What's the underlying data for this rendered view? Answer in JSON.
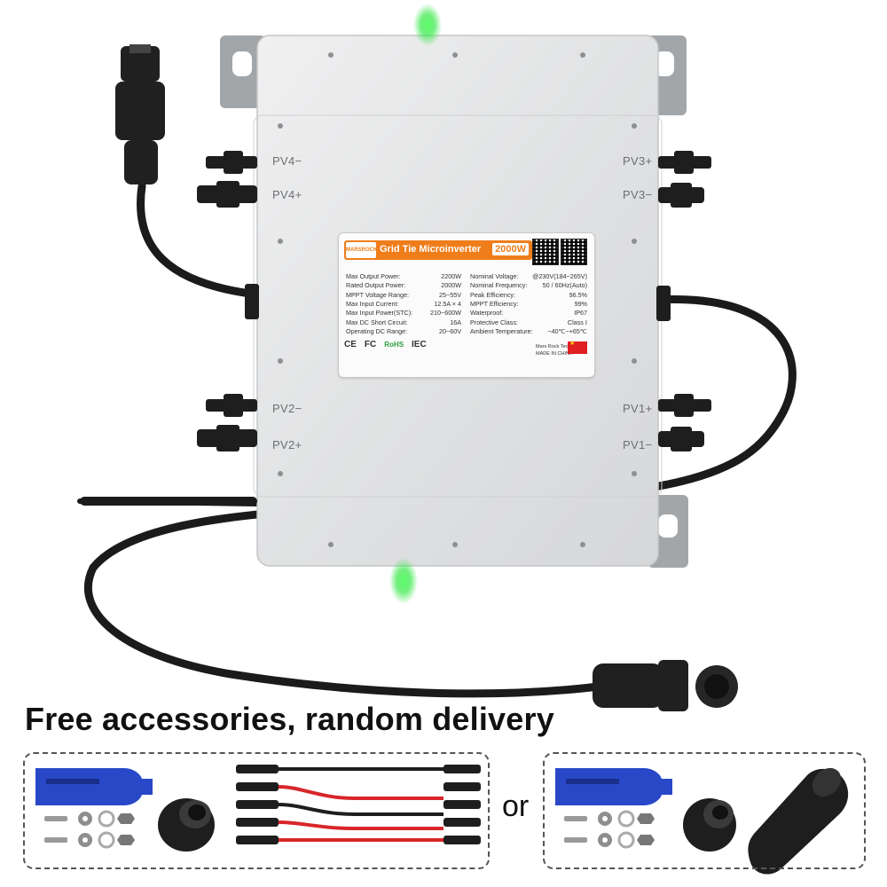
{
  "headline": "Free accessories, random delivery",
  "or_label": "or",
  "ports": {
    "pv4_minus": "PV4−",
    "pv4_plus": "PV4+",
    "pv3_plus": "PV3+",
    "pv3_minus": "PV3−",
    "pv2_minus": "PV2−",
    "pv2_plus": "PV2+",
    "pv1_plus": "PV1+",
    "pv1_minus": "PV1−"
  },
  "nameplate": {
    "brand": "MARSROCK",
    "title": "Grid Tie Microinverter",
    "power": "2000W",
    "left_specs": [
      {
        "k": "Max Output Power:",
        "v": "2200W"
      },
      {
        "k": "Rated Output Power:",
        "v": "2000W"
      },
      {
        "k": "MPPT Voltage Range:",
        "v": "25~55V"
      },
      {
        "k": "Max Input Current:",
        "v": "12.5A × 4"
      },
      {
        "k": "Max Input Power(STC):",
        "v": "210~600W"
      },
      {
        "k": "Max DC Short Circuit:",
        "v": "16A"
      },
      {
        "k": "Operating DC Range:",
        "v": "20~60V"
      }
    ],
    "right_specs": [
      {
        "k": "Nominal Voltage:",
        "v": "@230V(184~265V)"
      },
      {
        "k": "Nominal Frequency:",
        "v": "50 / 60Hz(Auto)"
      },
      {
        "k": "Peak Efficiency:",
        "v": "96.5%"
      },
      {
        "k": "MPPT Efficiency:",
        "v": "99%"
      },
      {
        "k": "Waterproof:",
        "v": "IP67"
      },
      {
        "k": "Protective Class:",
        "v": "Class Ⅰ"
      },
      {
        "k": "Ambient Temperature:",
        "v": "−40℃~+65℃"
      }
    ],
    "certs": [
      "CE",
      "FC",
      "RoHS",
      "IEC"
    ],
    "maker": "Mars Rock Tech.",
    "made_in": "MADE IN CHINA"
  },
  "colors": {
    "housing": "#e4e5e6",
    "bracket": "#9a9da0",
    "cable": "#1b1b1b",
    "led": "#39e84a",
    "accent": "#ef7d1a",
    "wrench": "#2848c8",
    "red_wire": "#d8262a"
  }
}
